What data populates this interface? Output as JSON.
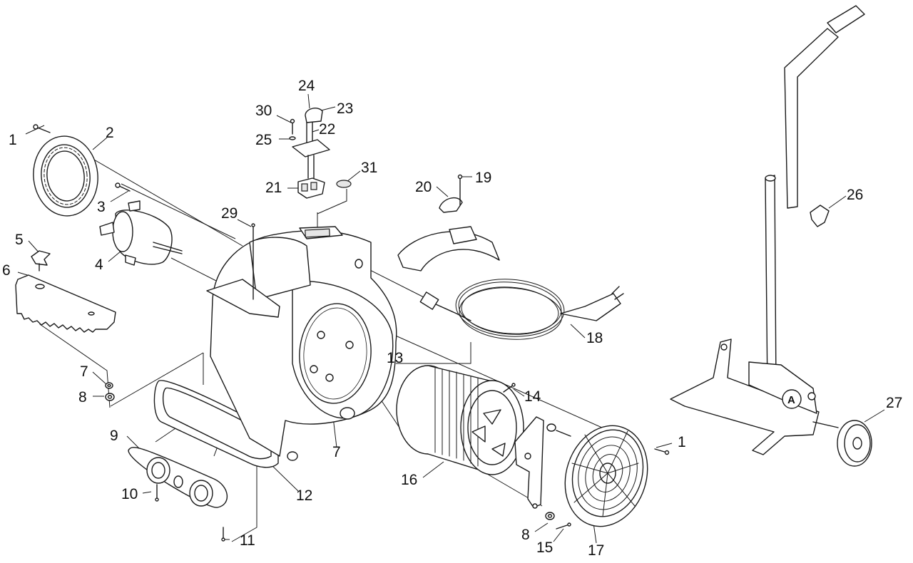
{
  "diagram": {
    "labels": {
      "p1a": "1",
      "p2": "2",
      "p3": "3",
      "p4": "4",
      "p5": "5",
      "p6": "6",
      "p7a": "7",
      "p8a": "8",
      "p9": "9",
      "p10": "10",
      "p11": "11",
      "p12": "12",
      "p13": "13",
      "p7b": "7",
      "p14": "14",
      "p1b": "1",
      "p16": "16",
      "p8b": "8",
      "p15": "15",
      "p17": "17",
      "p18": "18",
      "p19": "19",
      "p20": "20",
      "p21": "21",
      "p22": "22",
      "p23": "23",
      "p24": "24",
      "p25": "25",
      "p29": "29",
      "p30": "30",
      "p31": "31",
      "p26": "26",
      "p27": "27"
    },
    "detail_marker": "A"
  }
}
